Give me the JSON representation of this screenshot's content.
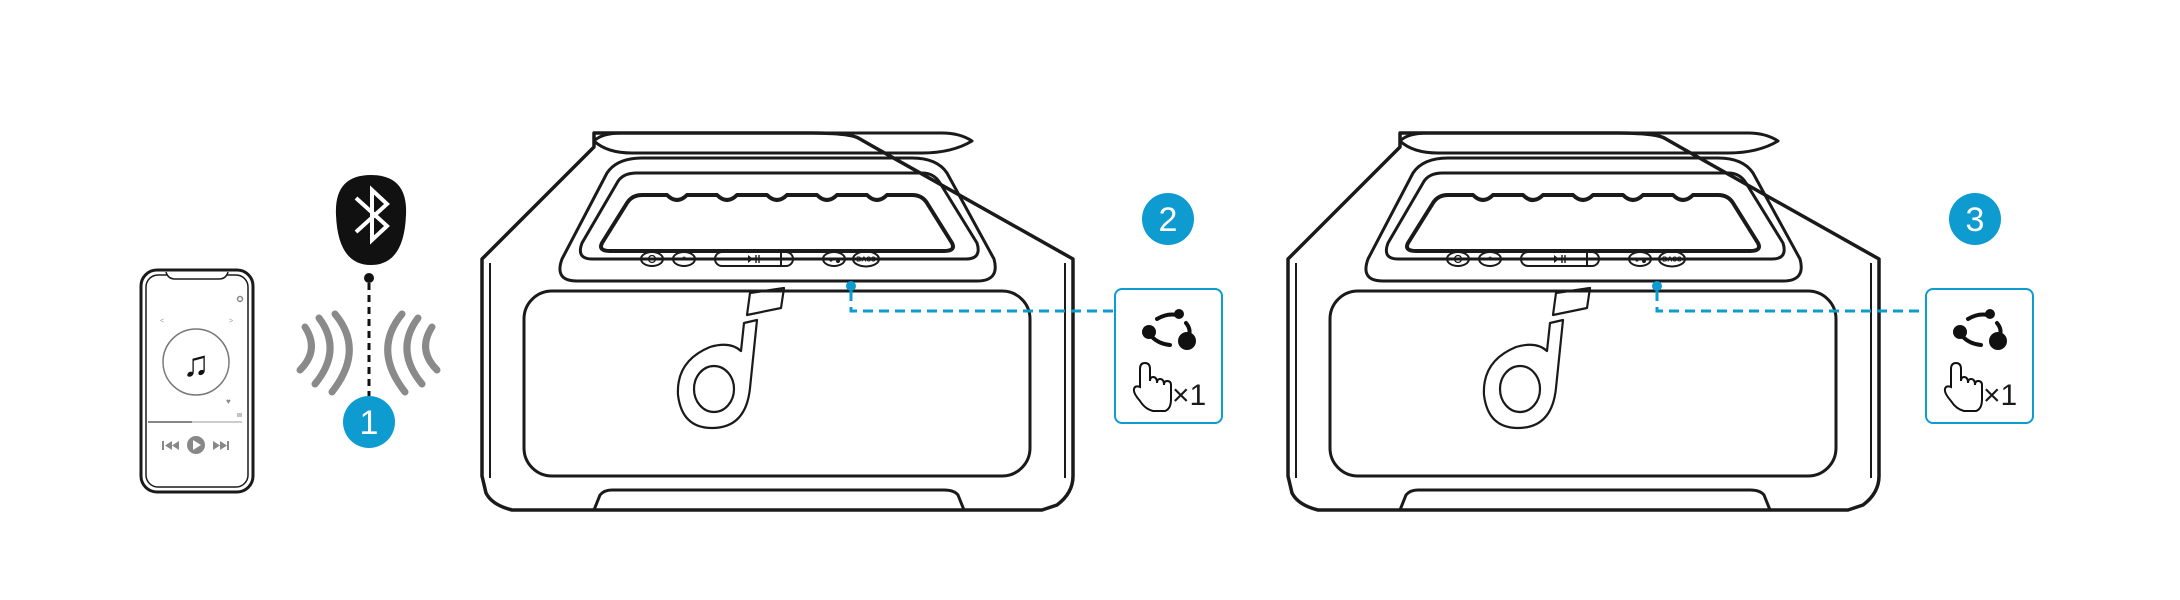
{
  "colors": {
    "accent": "#0d9bd0",
    "line": "#1a1a1a",
    "wave": "#8a8a8a"
  },
  "steps": [
    {
      "number": "1",
      "label": "bluetooth-pairing"
    },
    {
      "number": "2",
      "press_count": "×1",
      "icon": "partyplay-icon"
    },
    {
      "number": "3",
      "press_count": "×1",
      "icon": "partyplay-icon"
    }
  ],
  "speaker": {
    "bass_button_label": "BASS"
  },
  "icons": [
    "bluetooth-icon",
    "music-note-icon",
    "hand-press-icon",
    "partyplay-icon"
  ]
}
